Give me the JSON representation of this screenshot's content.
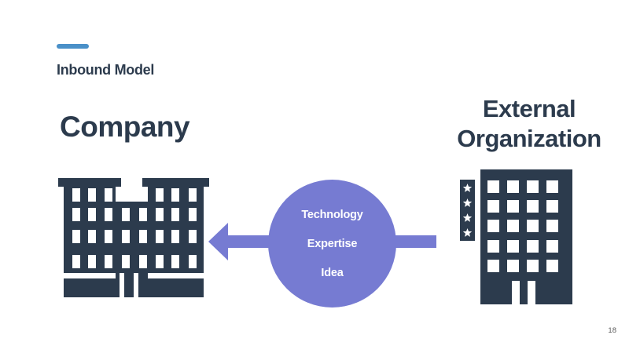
{
  "slide": {
    "header": {
      "eyebrow": "Inbound Model"
    },
    "company": {
      "title": "Company"
    },
    "external": {
      "title": "External Organization"
    },
    "transfer": {
      "items": [
        "Technology",
        "Expertise",
        "Idea"
      ]
    },
    "footer": {
      "page_number": "18"
    },
    "colors": {
      "dark_navy": "#2c3b4d",
      "purple": "#767bd2",
      "accent_blue": "#4a90c8",
      "circle_text": "#ffffff",
      "page_number_gray": "#5b5b5b",
      "background": "#ffffff"
    },
    "icons": {
      "company_building": "office-building-two-towers-icon",
      "external_building": "office-building-with-star-banner-icon",
      "arrow": "left-arrow-icon",
      "stars": "star-icon"
    }
  }
}
